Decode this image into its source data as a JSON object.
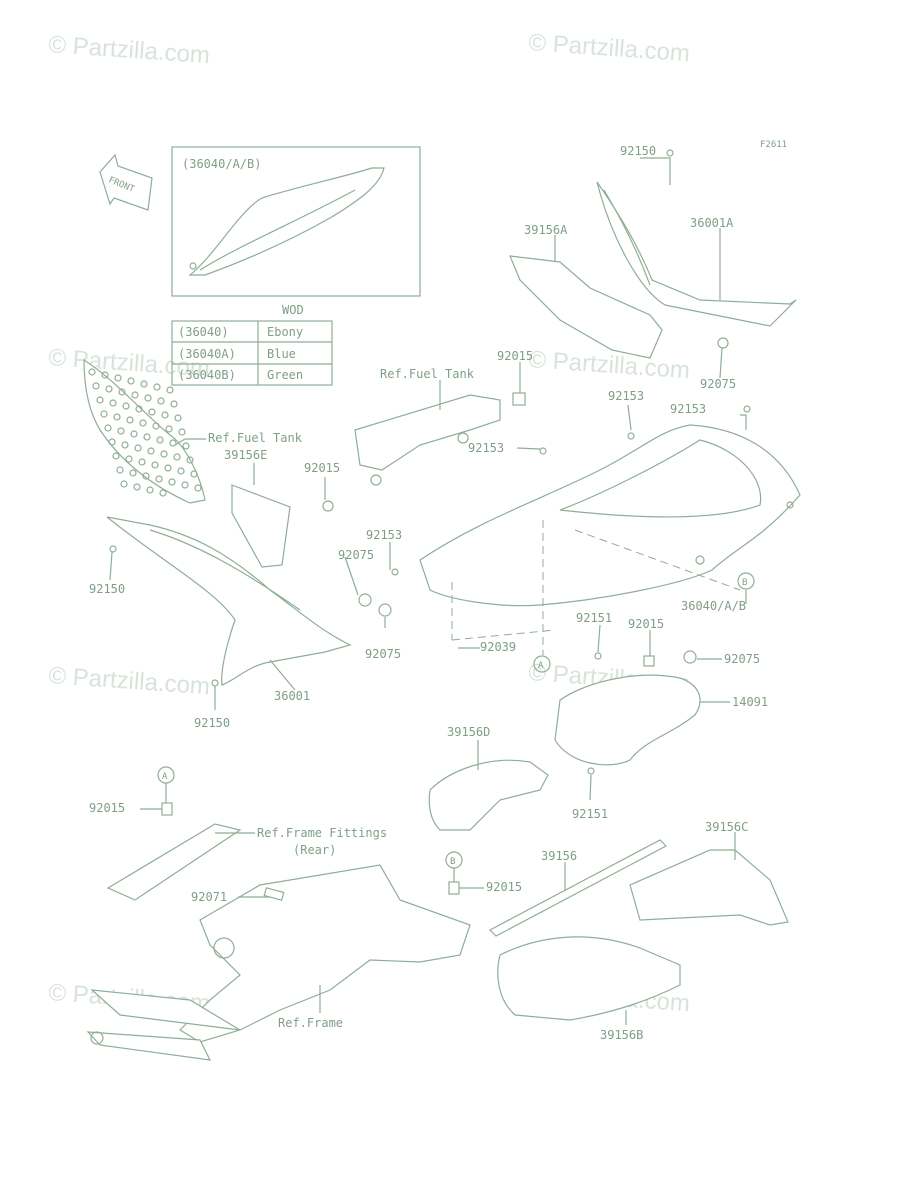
{
  "watermark": "© Partzilla.com",
  "figure_code": "F2611",
  "front_label": "FRONT",
  "inset": {
    "title": "(36040/A/B)"
  },
  "color_table": {
    "title": "WOD",
    "rows": [
      {
        "code": "(36040)",
        "color": "Ebony"
      },
      {
        "code": "(36040A)",
        "color": "Blue"
      },
      {
        "code": "(36040B)",
        "color": "Green"
      }
    ]
  },
  "callouts": {
    "A": "A",
    "B": "B"
  },
  "labels": [
    "92150",
    "39156A",
    "36001A",
    "92015",
    "Ref.Fuel Tank",
    "92075",
    "92153",
    "92153",
    "Ref.Fuel Tank",
    "92153",
    "39156E",
    "92015",
    "92153",
    "92075",
    "92150",
    "36040/A/B",
    "92151",
    "92015",
    "92039",
    "92075",
    "92075",
    "36001",
    "14091",
    "92150",
    "39156D",
    "92015",
    "92151",
    "39156C",
    "Ref.Frame Fittings",
    "(Rear)",
    "39156",
    "92015",
    "92071",
    "Ref.Frame",
    "39156B"
  ],
  "colors": {
    "line": "#8fae95",
    "label": "#7f9f86",
    "watermark": "#d8e3da"
  }
}
